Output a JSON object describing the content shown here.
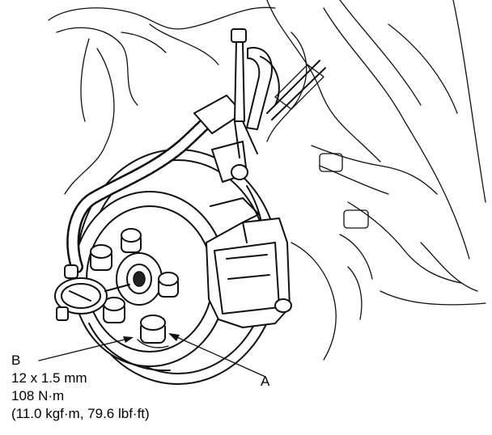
{
  "labels": {
    "a": "A",
    "b": "B",
    "spec_size": "12 x 1.5 mm",
    "spec_torque_nm": "108 N·m",
    "spec_torque_alt": "(11.0 kgf·m, 79.6 lbf·ft)"
  }
}
